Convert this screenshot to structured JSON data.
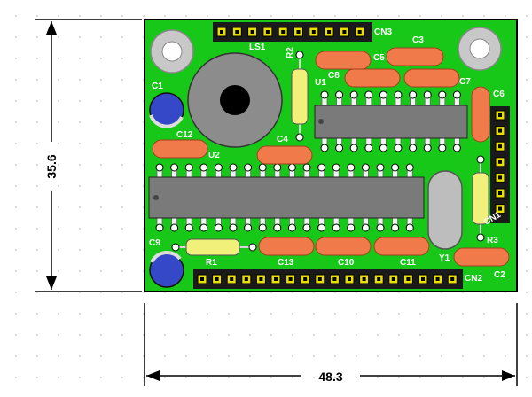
{
  "dimensions": {
    "height_label": "35.6",
    "width_label": "48.3"
  },
  "board": {
    "pcb_color": "#18c818",
    "border_color": "#000000"
  },
  "connectors": {
    "cn1": "CN1",
    "cn2": "CN2",
    "cn3": "CN3"
  },
  "components": {
    "ls1": "LS1",
    "u1": "U1",
    "u2": "U2",
    "y1": "Y1",
    "r1": "R1",
    "r2": "R2",
    "r3": "R3",
    "c1": "C1",
    "c2": "C2",
    "c3": "C3",
    "c4": "C4",
    "c5": "C5",
    "c6": "C6",
    "c7": "C7",
    "c8": "C8",
    "c9": "C9",
    "c10": "C10",
    "c11": "C11",
    "c12": "C12",
    "c13": "C13"
  }
}
